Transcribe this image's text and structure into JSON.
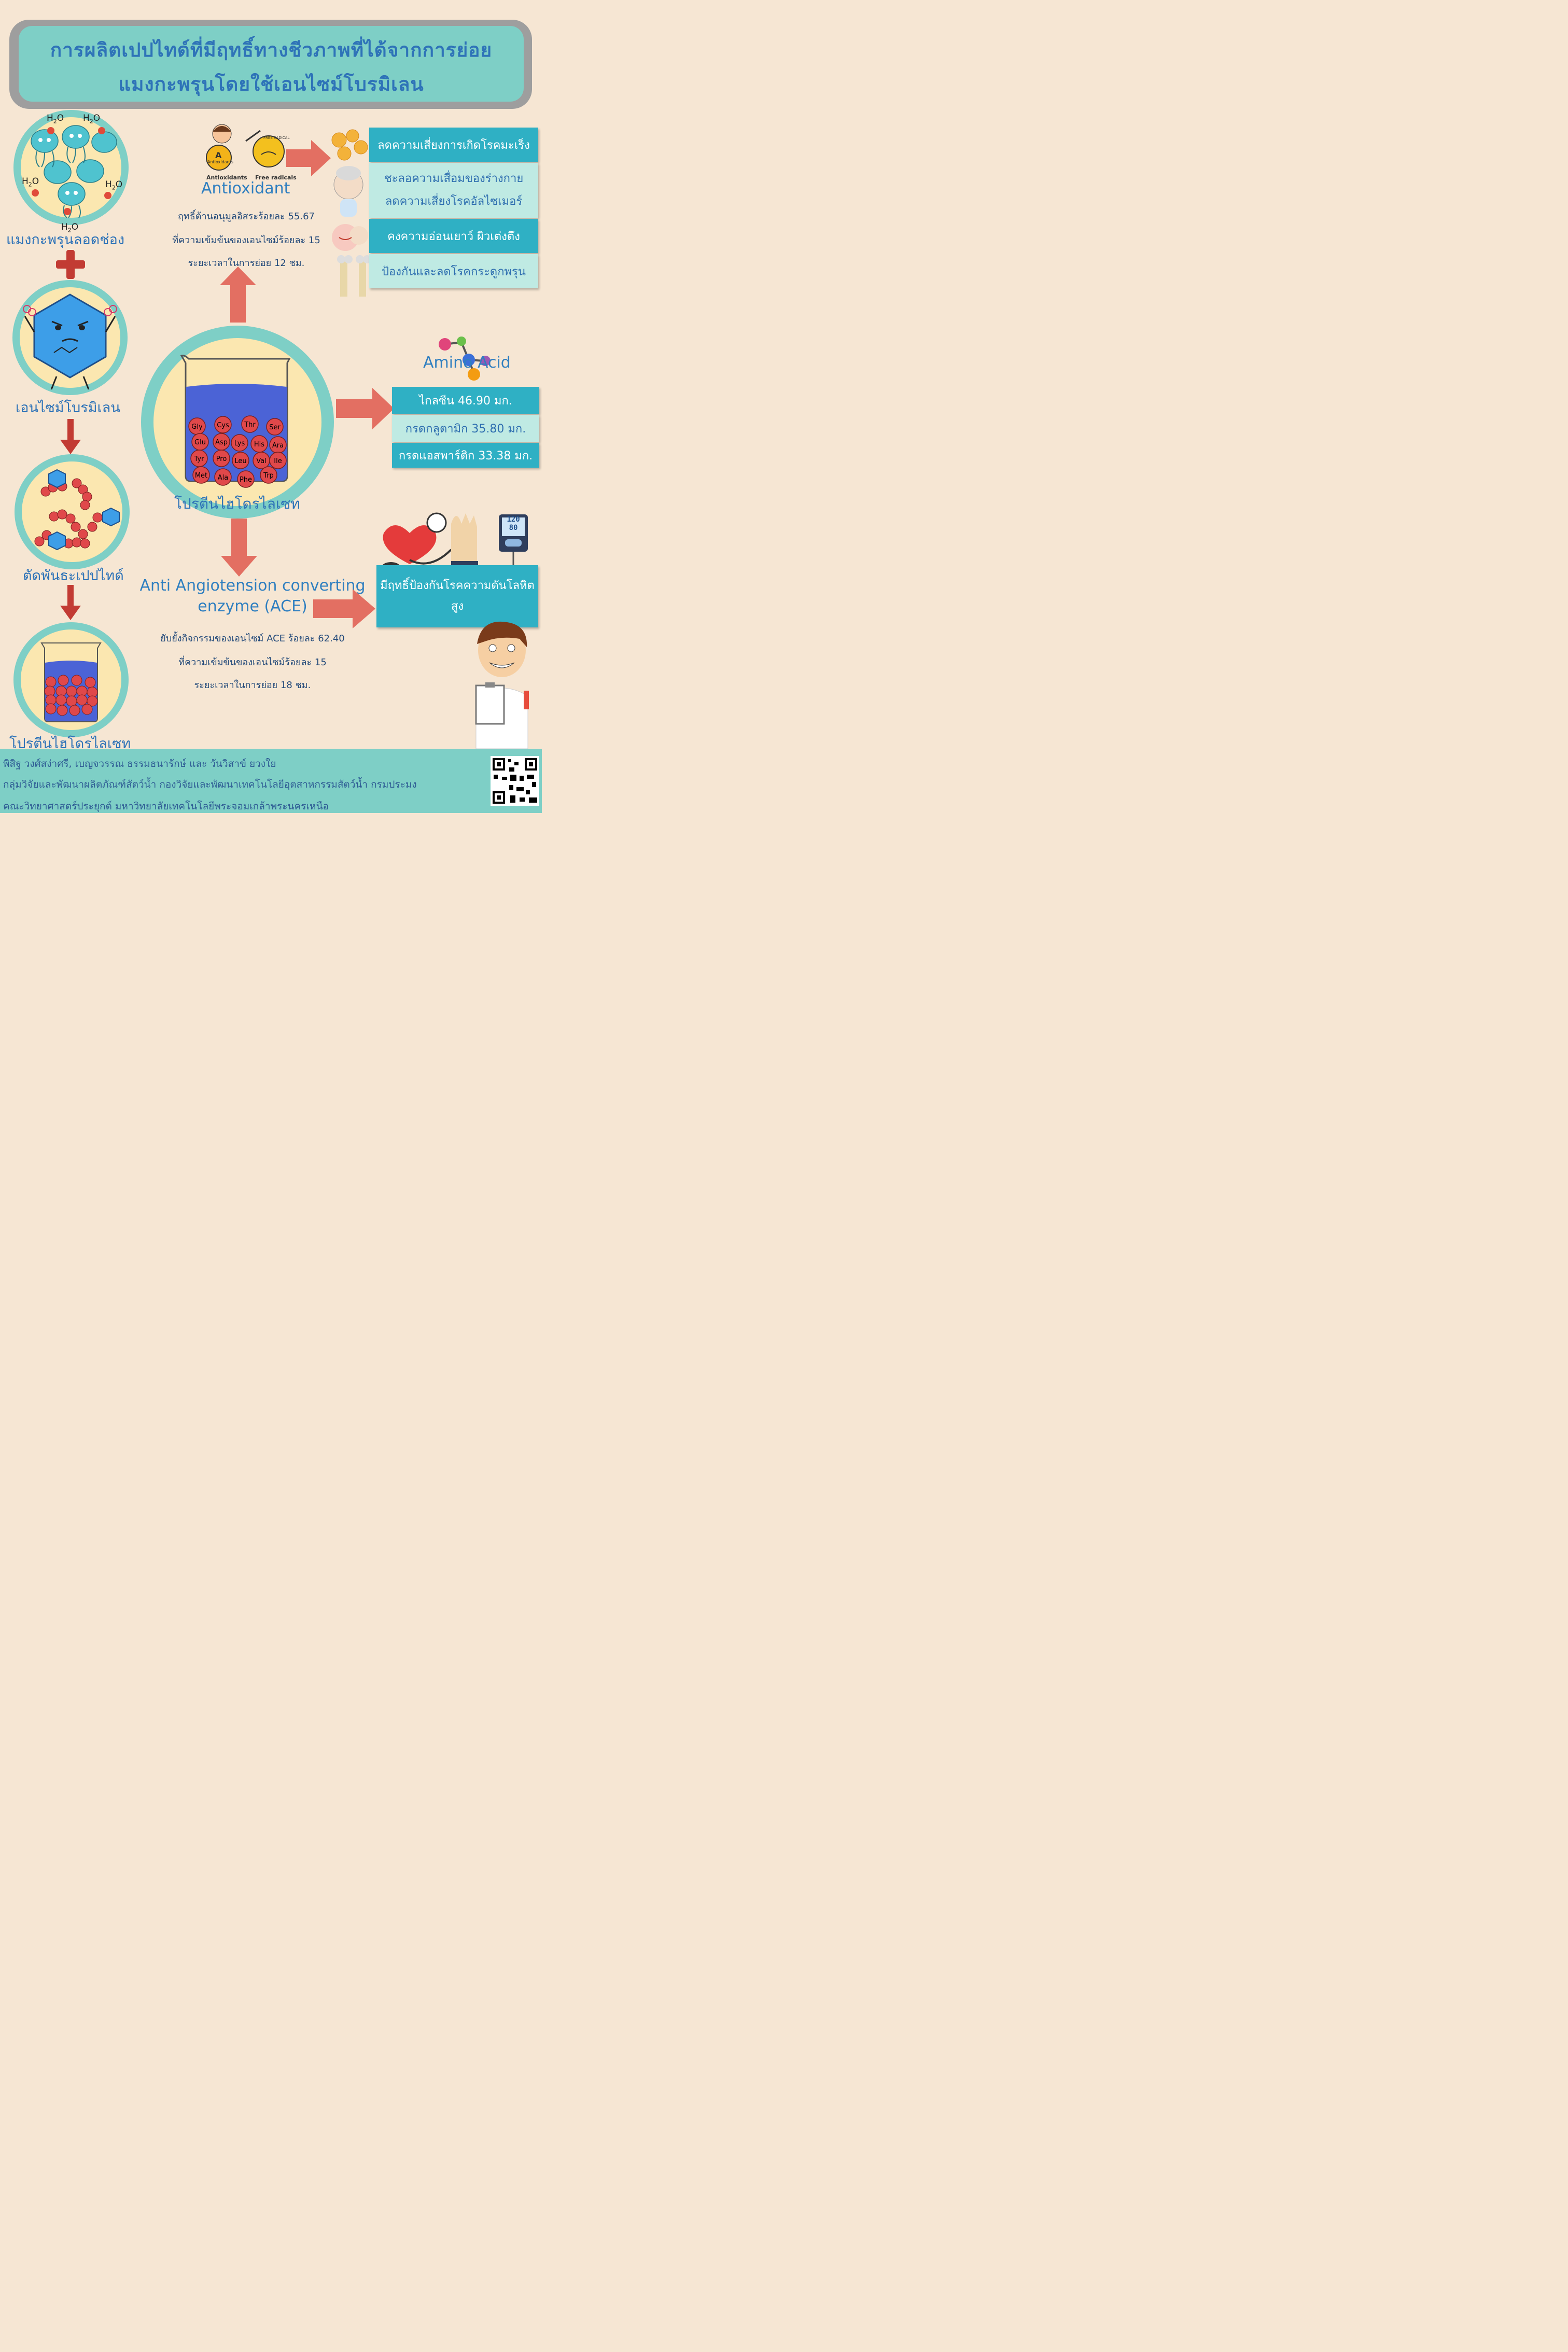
{
  "title": {
    "line1": "การผลิตเปปไทด์ที่มีฤทธิ์ทางชีวภาพที่ได้จากการย่อย",
    "line2": "แมงกะพรุนโดยใช้เอนไซม์โบรมิเลน"
  },
  "left_steps": {
    "step1": "แมงกะพรุนลอดช่อง",
    "step2": "เอนไซม์โบรมิเลน",
    "step3": "ตัดพันธะเปปไทด์",
    "step4": "โปรตีนไฮโดรไลเซท"
  },
  "h2o": {
    "h": "H",
    "sub": "2",
    "o": "O"
  },
  "center": {
    "label": "โปรตีนไฮโดรไลเซท",
    "amino_acids": [
      "Gly",
      "Cys",
      "Thr",
      "Ser",
      "Glu",
      "Asp",
      "Lys",
      "His",
      "Ara",
      "Tyr",
      "Pro",
      "Leu",
      "Val",
      "Ile",
      "Met",
      "Ala",
      "Phe",
      "Trp"
    ]
  },
  "antioxidant": {
    "badge_a": "A",
    "badge_antioxidants": "Antioxidants",
    "badge_free": "Free radicals",
    "badge_free_radical": "FREE RADICAL",
    "heading": "Antioxidant",
    "lines": [
      "ฤทธิ์ต้านอนุมูลอิสระร้อยละ  55.67",
      "ที่ความเข้มข้นของเอนไซม์ร้อยละ  15",
      "ระยะเวลาในการย่อย  12  ชม."
    ],
    "benefits": [
      "ลดความเสี่ยงการเกิดโรคมะเร็ง",
      "ชะลอความเสื่อมของร่างกาย",
      "ลดความเสี่ยงโรคอัลไซเมอร์",
      "คงความอ่อนเยาว์  ผิวเต่งตึง",
      "ป้องกันและลดโรคกระดูกพรุน"
    ]
  },
  "amino_acid": {
    "heading": "Amino Acid",
    "rows": [
      "ไกลซีน  46.90  มก.",
      "กรดกลูตามิก  35.80  มก.",
      "กรดแอสพาร์ติก  33.38  มก."
    ]
  },
  "ace": {
    "heading1": "Anti Angiotension converting",
    "heading2": "enzyme (ACE)",
    "lines": [
      "ยับยั้งกิจกรรมของเอนไซม์  ACE  ร้อยละ  62.40",
      "ที่ความเข้มข้นของเอนไซม์ร้อยละ  15",
      "ระยะเวลาในการย่อย  18  ชม."
    ],
    "benefit_line1": "มีฤทธิ์ป้องกันโรคความดันโลหิต",
    "benefit_line2": "สูง",
    "bp_top": "120",
    "bp_bottom": "80"
  },
  "footer": {
    "authors": "พิสิฐ  วงศ์สง่าศรี,  เบญจวรรณ  ธรรมธนารักษ์  และ  วันวิสาข์  ยวงใย",
    "org1": "กลุ่มวิจัยและพัฒนาผลิตภัณฑ์สัตว์น้ำ  กองวิจัยและพัฒนาเทคโนโลยีอุตสาหกรรมสัตว์น้ำ  กรมประมง",
    "org2": "คณะวิทยาศาสตร์ประยุกต์  มหาวิทยาลัยเทคโนโลยีพระจอมเกล้าพระนครเหนือ"
  },
  "colors": {
    "background": "#f6e6d3",
    "teal": "#7ecfc6",
    "box": "#2fb0c4",
    "arrow": "#e36f62",
    "title_text": "#2e73b8"
  }
}
